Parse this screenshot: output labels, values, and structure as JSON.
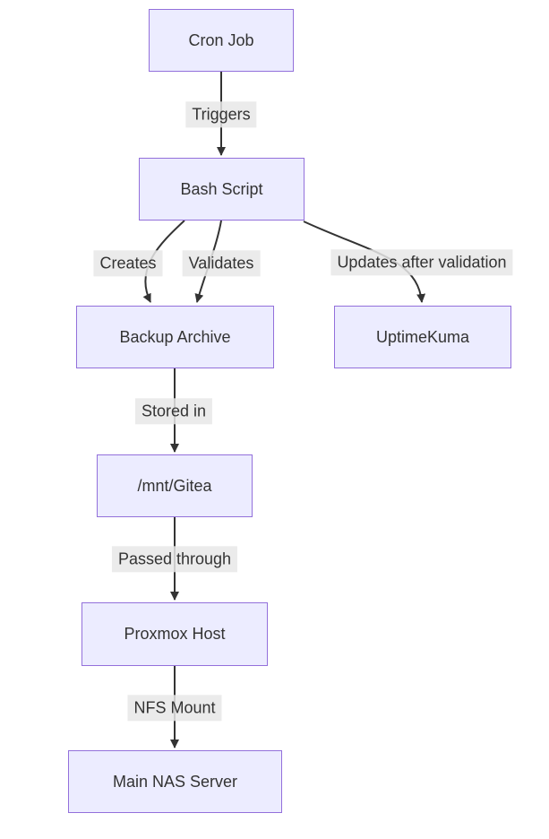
{
  "diagram": {
    "type": "flowchart",
    "direction": "top-down",
    "colors": {
      "node_fill": "#ECECFF",
      "node_border": "#9370DB",
      "edge_label_bg": "#E8E8E8",
      "text": "#333333",
      "arrow": "#333333"
    },
    "nodes": [
      {
        "id": "cron",
        "label": "Cron Job"
      },
      {
        "id": "bash",
        "label": "Bash Script"
      },
      {
        "id": "backup",
        "label": "Backup Archive"
      },
      {
        "id": "uptime",
        "label": "UptimeKuma"
      },
      {
        "id": "gitea",
        "label": "/mnt/Gitea"
      },
      {
        "id": "proxmox",
        "label": "Proxmox Host"
      },
      {
        "id": "nas",
        "label": "Main NAS Server"
      }
    ],
    "edges": [
      {
        "from": "cron",
        "to": "bash",
        "label": "Triggers"
      },
      {
        "from": "bash",
        "to": "backup",
        "label": "Creates"
      },
      {
        "from": "bash",
        "to": "backup",
        "label": "Validates"
      },
      {
        "from": "bash",
        "to": "uptime",
        "label": "Updates after validation"
      },
      {
        "from": "backup",
        "to": "gitea",
        "label": "Stored in"
      },
      {
        "from": "gitea",
        "to": "proxmox",
        "label": "Passed through"
      },
      {
        "from": "proxmox",
        "to": "nas",
        "label": "NFS Mount"
      }
    ]
  }
}
